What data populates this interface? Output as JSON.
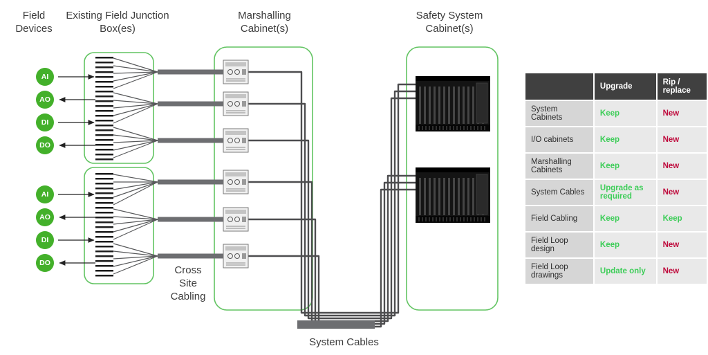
{
  "colors": {
    "circle_green": "#43b02a",
    "box_green": "#62c462",
    "cable_gray": "#6d6e71",
    "wire_dark": "#4d4d4f",
    "table_header_bg": "#404040",
    "table_label_bg": "#d6d6d6",
    "table_cell_bg": "#e9e9e9",
    "accent_green": "#3dcd58",
    "accent_red": "#bf0d3e"
  },
  "diagram": {
    "titles": {
      "field_devices": "Field Devices",
      "junction_box": "Existing Field Junction Box(es)",
      "marshalling": "Marshalling Cabinet(s)",
      "safety": "Safety System Cabinet(s)",
      "cross_site_cabling": "Cross Site Cabling",
      "system_cables": "System Cables"
    },
    "io_top": [
      "AI",
      "AO",
      "DI",
      "DO"
    ],
    "io_bottom": [
      "AI",
      "AO",
      "DI",
      "DO"
    ]
  },
  "table": {
    "headers": [
      "",
      "Upgrade",
      "Rip / replace"
    ],
    "rows": [
      {
        "label": "System Cabinets",
        "upgrade": "Keep",
        "rip": "New"
      },
      {
        "label": "I/O cabinets",
        "upgrade": "Keep",
        "rip": "New"
      },
      {
        "label": "Marshalling Cabinets",
        "upgrade": "Keep",
        "rip": "New"
      },
      {
        "label": "System Cables",
        "upgrade": "Upgrade as required",
        "rip": "New"
      },
      {
        "label": "Field Cabling",
        "upgrade": "Keep",
        "rip": "Keep"
      },
      {
        "label": "Field Loop design",
        "upgrade": "Keep",
        "rip": "New"
      },
      {
        "label": "Field Loop drawings",
        "upgrade": "Update only",
        "rip": "New"
      }
    ]
  }
}
